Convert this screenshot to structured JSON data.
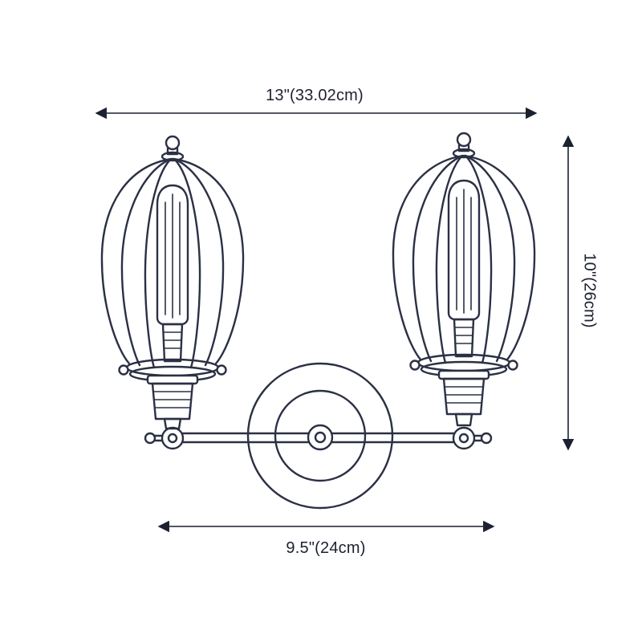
{
  "diagram": {
    "kind": "product-dimension-drawing",
    "subject": "double-cage industrial wall sconce, line sketch with dimensions",
    "ink_color": "#2b3044",
    "background_color": "#ffffff",
    "dimensions": {
      "width_overall": "13\"(33.02cm)",
      "height_overall": "10\"(26cm)",
      "width_base": "9.5\"(24cm)"
    }
  }
}
